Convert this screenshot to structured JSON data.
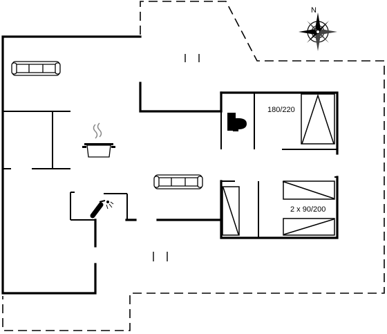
{
  "compass": {
    "north_label": "N",
    "icon": "compass-rose-icon"
  },
  "bedrooms": [
    {
      "bed_label": "180/220"
    },
    {
      "bed_label": "2 x 90/200"
    }
  ],
  "icons": {
    "living_sofa": "sofa-icon",
    "center_sofa": "sofa-icon",
    "cooking_pot": "cooking-pot-icon",
    "toilet": "toilet-icon",
    "shower": "shower-icon"
  }
}
